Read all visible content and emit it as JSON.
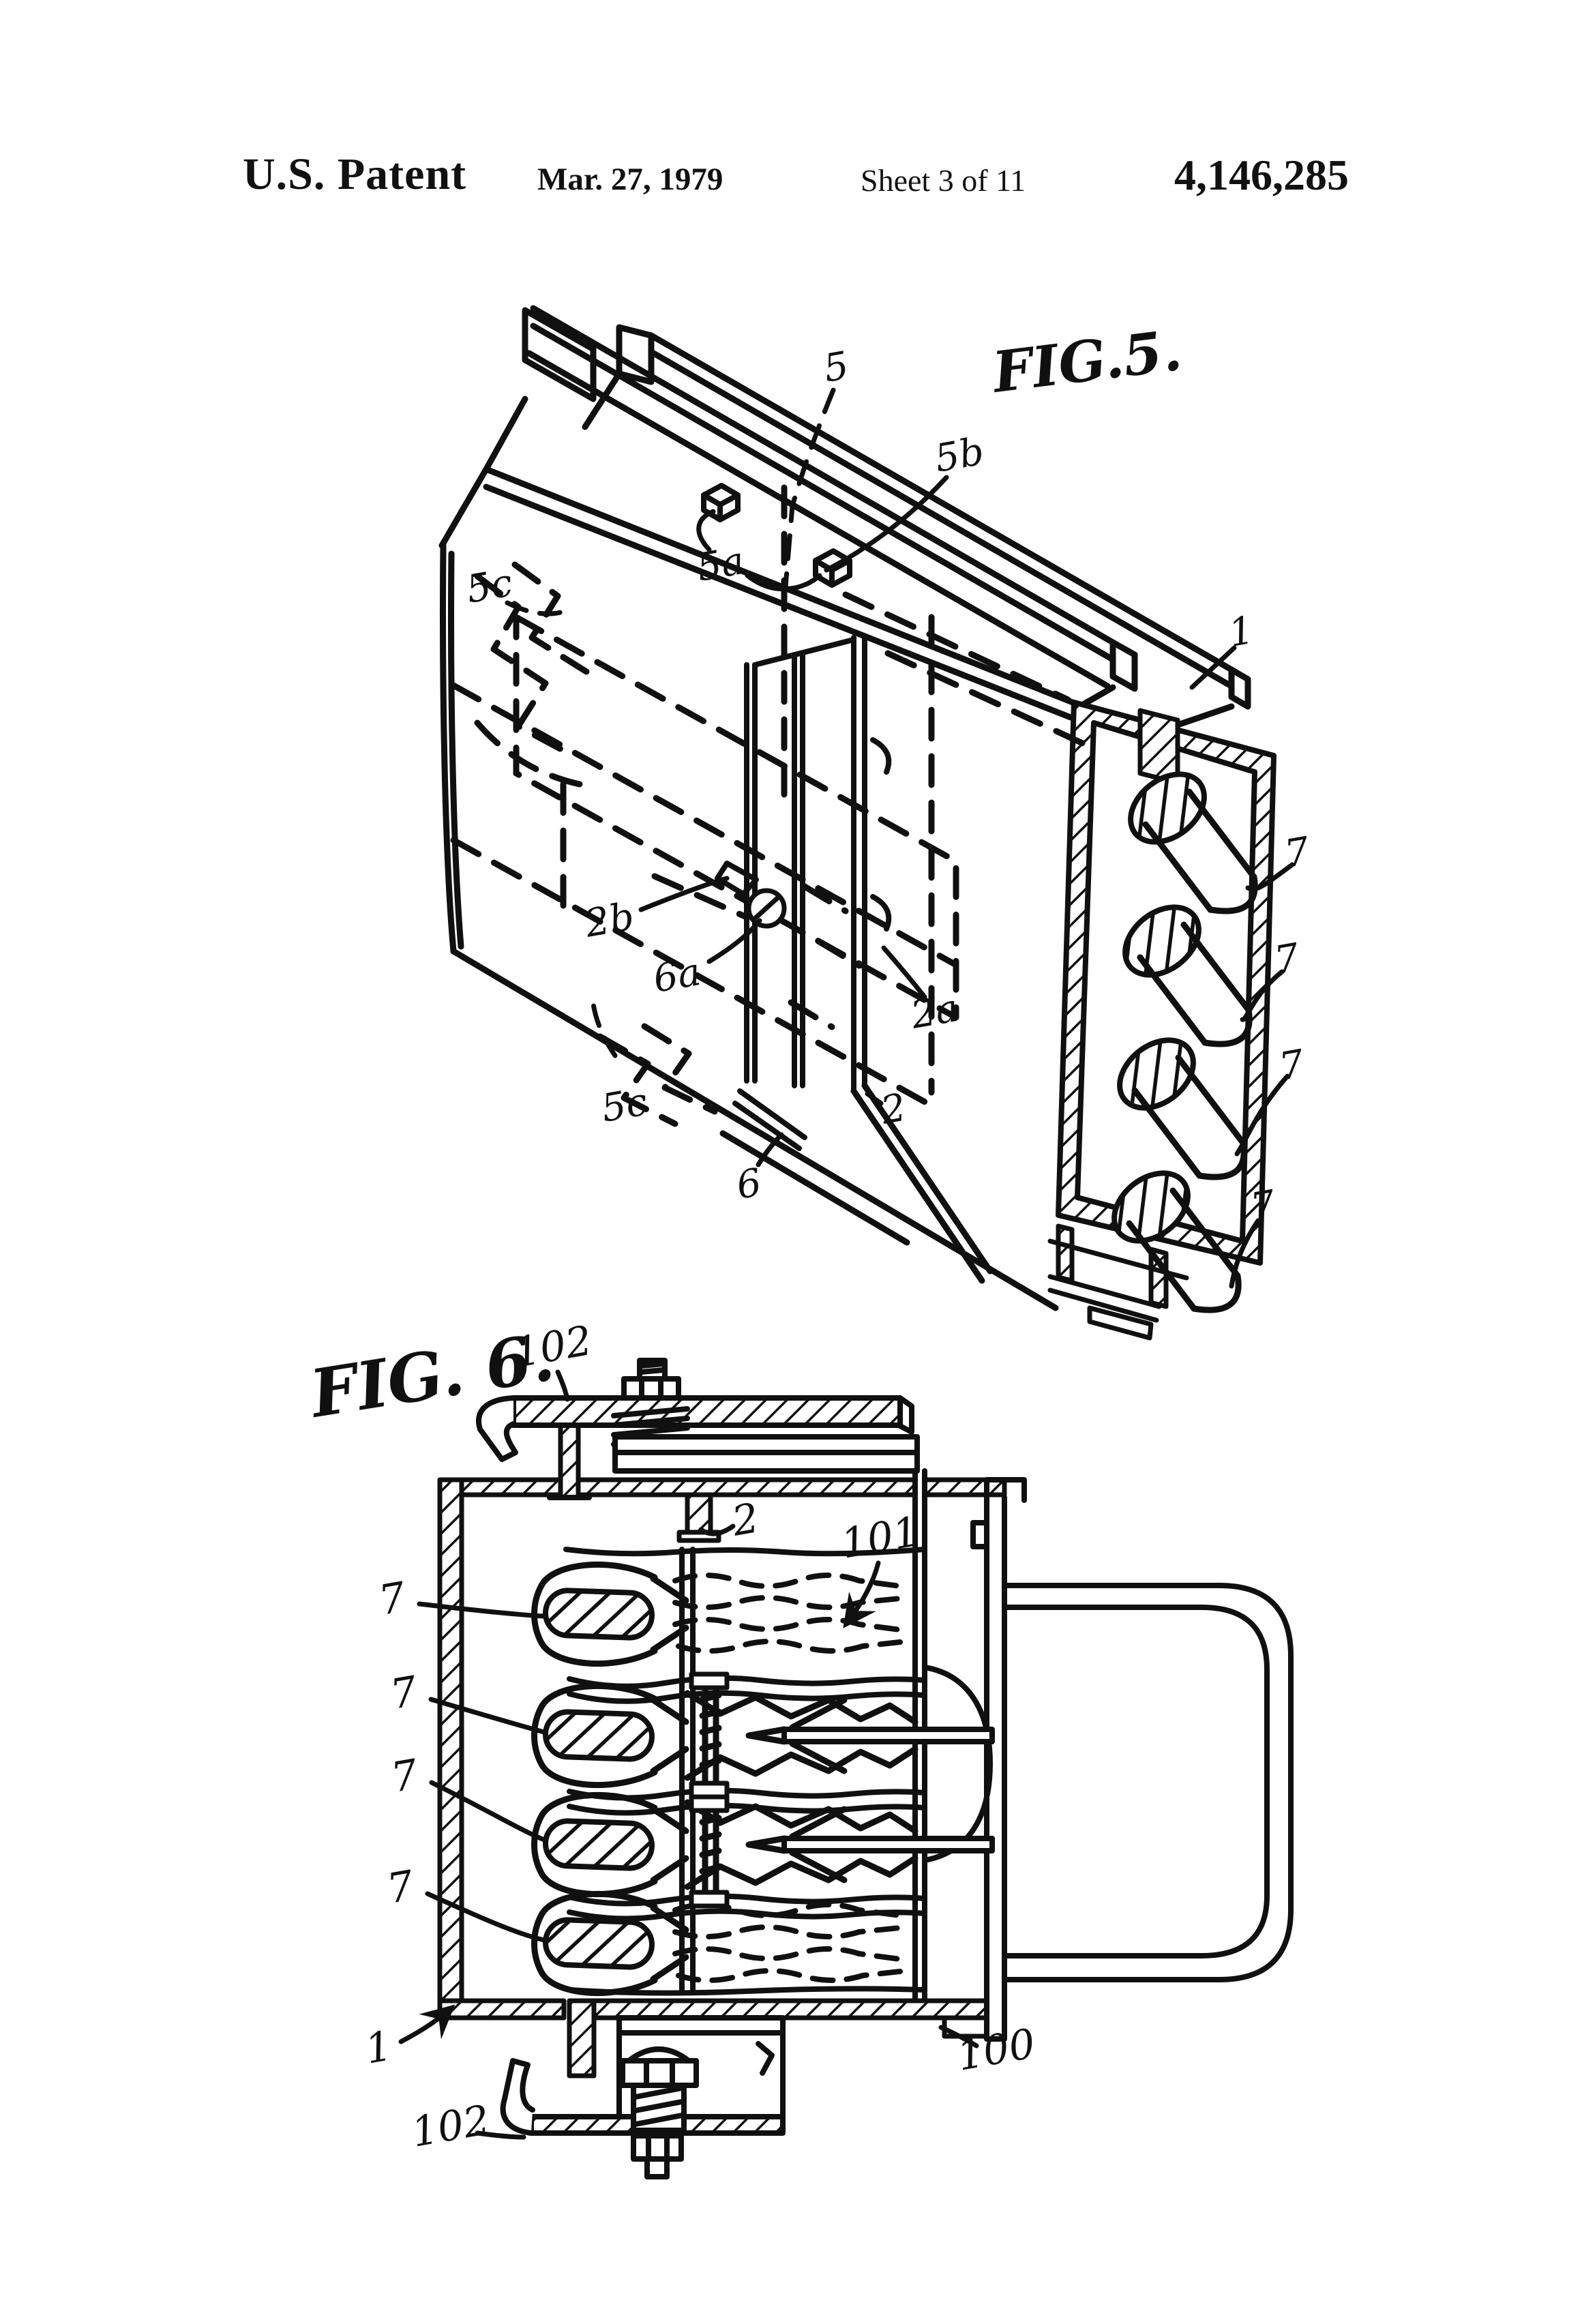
{
  "header": {
    "title": "U.S. Patent",
    "date": "Mar. 27, 1979",
    "sheet": "Sheet 3 of 11",
    "patent_number": "4,146,285"
  },
  "figures": {
    "fig5": {
      "title": "FIG.5.",
      "labels": {
        "ref_5": "5",
        "ref_5a": "5a",
        "ref_5b": "5b",
        "ref_5c_upper": "5c",
        "ref_5c_lower": "5c",
        "ref_1": "1",
        "ref_2": "2",
        "ref_2a": "2a",
        "ref_2b": "2b",
        "ref_6": "6",
        "ref_6a": "6a",
        "ref_7_1": "7",
        "ref_7_2": "7",
        "ref_7_3": "7",
        "ref_7_4": "7"
      }
    },
    "fig6": {
      "title": "FIG. 6.",
      "labels": {
        "ref_102_top": "102",
        "ref_101": "101",
        "ref_2": "2",
        "ref_7_1": "7",
        "ref_7_2": "7",
        "ref_7_3": "7",
        "ref_7_4": "7",
        "ref_1": "1",
        "ref_100": "100",
        "ref_102_bottom": "102"
      }
    }
  }
}
